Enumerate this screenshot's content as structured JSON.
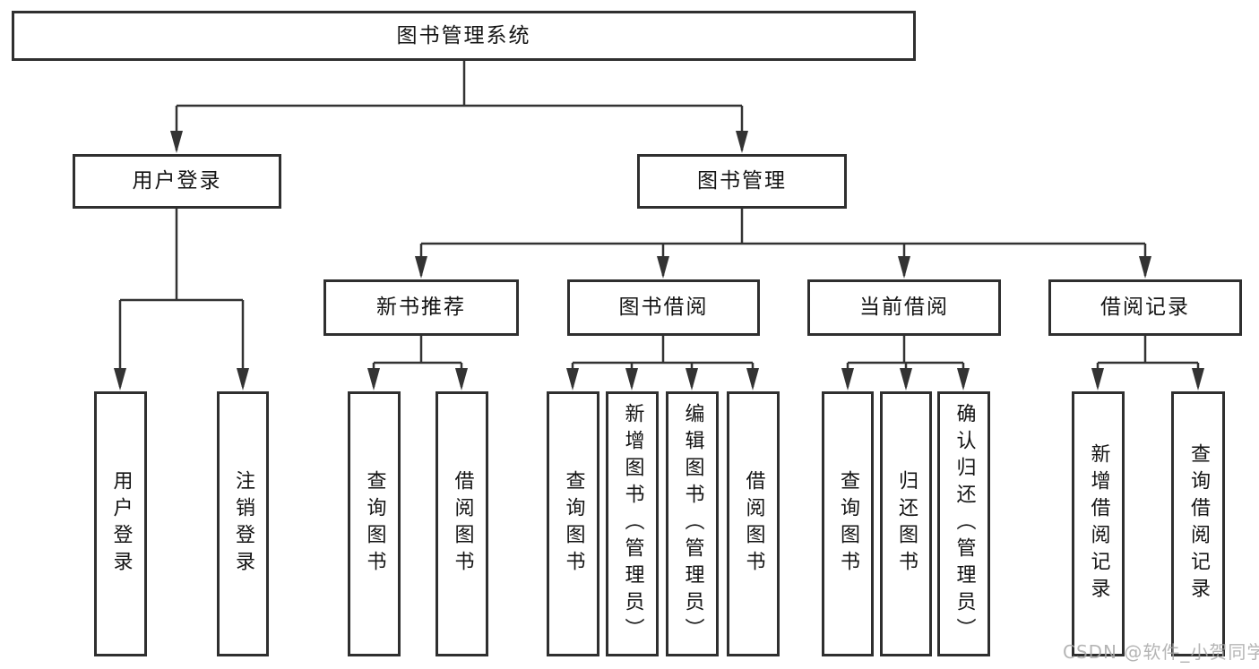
{
  "tree": {
    "label": "图书管理系统",
    "children": [
      {
        "label": "用户登录",
        "children": [
          {
            "label": "用户登录"
          },
          {
            "label": "注销登录"
          }
        ]
      },
      {
        "label": "图书管理",
        "children": [
          {
            "label": "新书推荐",
            "children": [
              {
                "label": "查询图书"
              },
              {
                "label": "借阅图书"
              }
            ]
          },
          {
            "label": "图书借阅",
            "children": [
              {
                "label": "查询图书"
              },
              {
                "label": "新增图书（管理员）"
              },
              {
                "label": "编辑图书（管理员）"
              },
              {
                "label": "借阅图书"
              }
            ]
          },
          {
            "label": "当前借阅",
            "children": [
              {
                "label": "查询图书"
              },
              {
                "label": "归还图书"
              },
              {
                "label": "确认归还（管理员）"
              }
            ]
          },
          {
            "label": "借阅记录",
            "children": [
              {
                "label": "新增借阅记录"
              },
              {
                "label": "查询借阅记录"
              }
            ]
          }
        ]
      }
    ]
  },
  "watermark": {
    "text": "CSDN @软件_小贺同学",
    "color": "#a8a8a8"
  },
  "colors": {
    "line": "#333333",
    "box_border": "#2f2f2f",
    "text": "#141414",
    "background": "#ffffff"
  }
}
